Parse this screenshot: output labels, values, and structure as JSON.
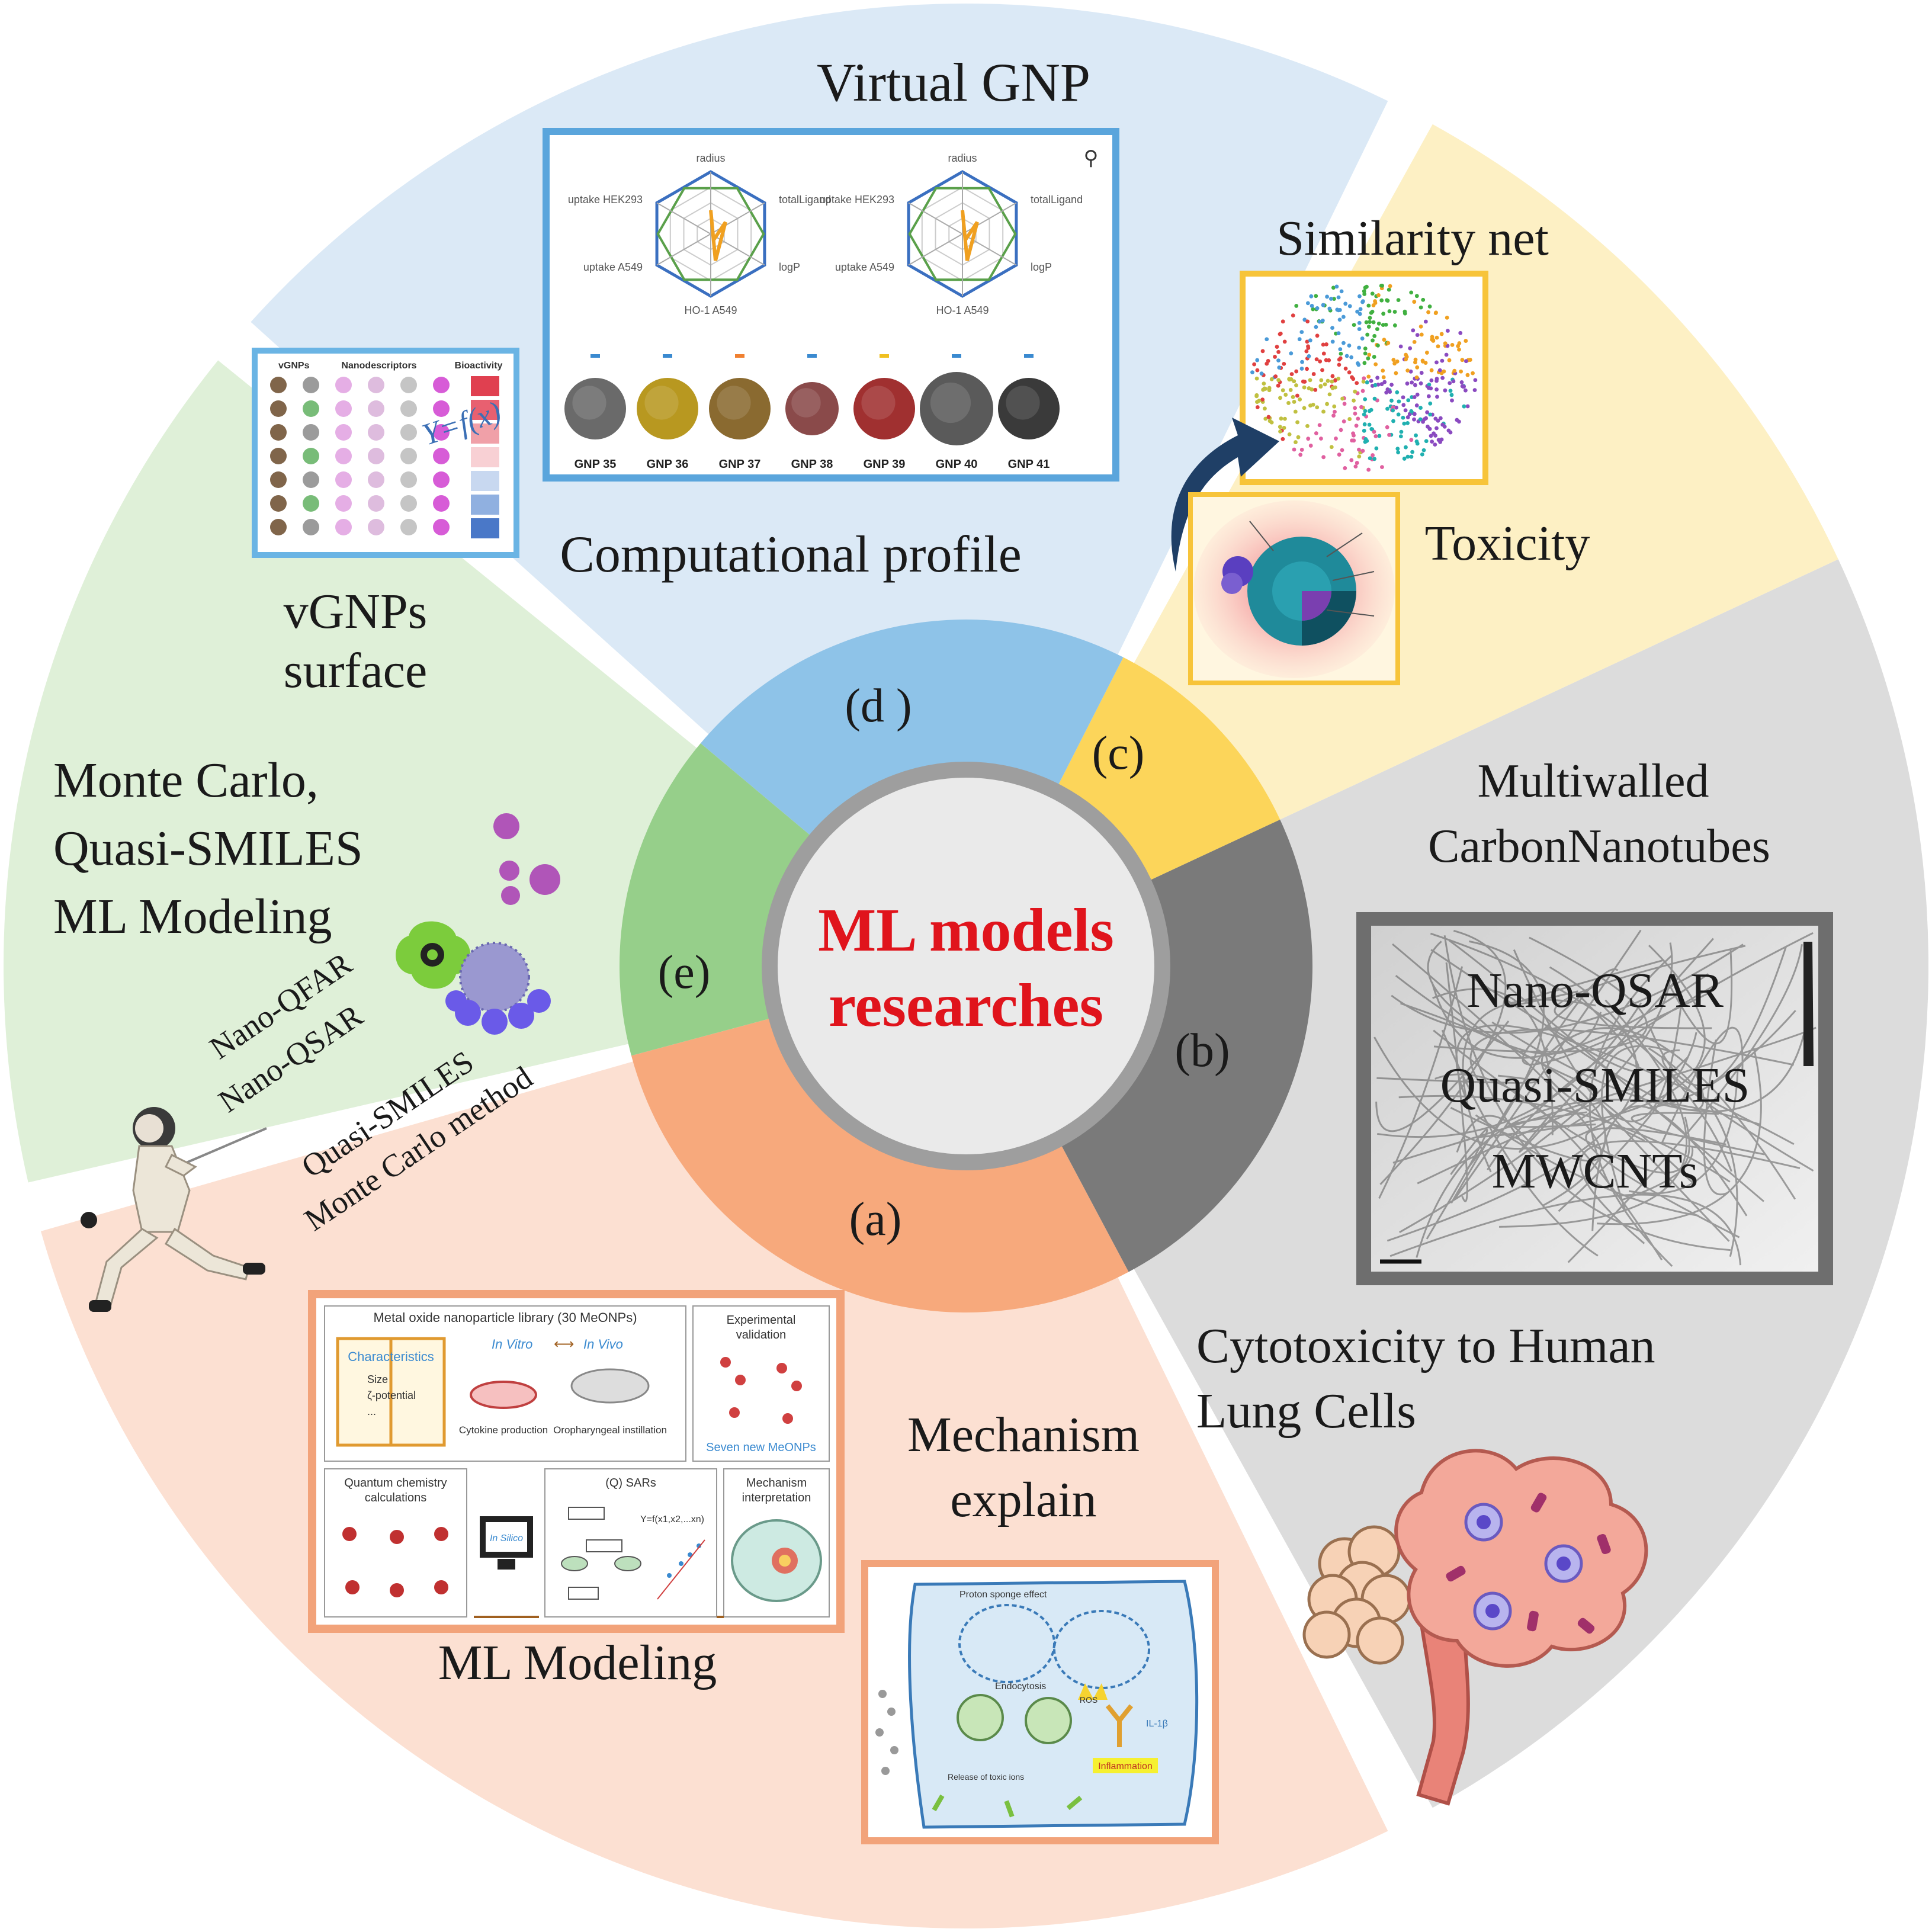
{
  "center": {
    "line1": "ML models",
    "line2": "researches"
  },
  "segments": {
    "a": {
      "tag": "(a)",
      "color": "#f7a97c",
      "bg": "#fce0d2",
      "texts": {
        "modeling": "ML Modeling",
        "mech1": "Mechanism",
        "mech2": "explain"
      },
      "library": {
        "title": "Metal oxide nanoparticle library (30 MeONPs)",
        "characteristics": "Characteristics",
        "items": [
          "Size",
          "ζ-potential",
          "..."
        ],
        "invitro": "In Vitro",
        "invivo": "In Vivo",
        "cyto": "Cytokine production",
        "oro": "Oropharyngeal instillation",
        "exp1": "Experimental",
        "exp2": "validation",
        "seven": "Seven new MeONPs",
        "qc1": "Quantum chemistry",
        "qc2": "calculations",
        "insilico": "In Silico",
        "qsar": "(Q) SARs",
        "formula": "Y=f(x1,x2,...xn)",
        "mech1": "Mechanism",
        "mech2": "interpretation"
      },
      "panel": {
        "sponge": "Proton sponge effect",
        "endo": "Endocytosis",
        "release": "Release of toxic ions",
        "inflam": "Inflammation",
        "ros": "ROS",
        "il": "IL-1β"
      }
    },
    "b": {
      "tag": "(b)",
      "color": "#7a7a7a",
      "bg": "#dcdcdc",
      "texts": {
        "mw1": "Multiwalled",
        "mw2": "CarbonNanotubes",
        "q1": "Nano-QSAR",
        "q2": "Quasi-SMILES",
        "q3": "MWCNTs",
        "cy1": "Cytotoxicity to Human",
        "cy2": "Lung Cells"
      }
    },
    "c": {
      "tag": "(c)",
      "color": "#fcd55a",
      "bg": "#fdf0c4",
      "texts": {
        "sim": "Similarity net",
        "tox": "Toxicity"
      }
    },
    "d": {
      "tag": "(d )",
      "color": "#8ec3e8",
      "bg": "#dbe9f6",
      "texts": {
        "virtual": "Virtual GNP",
        "comp": "Computational profile",
        "vg1": "vGNPs",
        "vg2": "surface"
      },
      "radar": {
        "axes": [
          "radius",
          "totalLigand",
          "logP",
          "HO-1 A549",
          "uptake A549",
          "uptake HEK293"
        ]
      },
      "gnps": [
        "GNP 35",
        "GNP 36",
        "GNP 37",
        "GNP 38",
        "GNP 39",
        "GNP 40",
        "GNP 41"
      ],
      "table": {
        "h1": "vGNPs",
        "h2": "Nanodescriptors",
        "h3": "Bioactivity",
        "formula": "Y=f(x)"
      }
    },
    "e": {
      "tag": "(e)",
      "color": "#96cf8a",
      "bg": "#dff0d8",
      "texts": {
        "mc1": "Monte Carlo,",
        "mc2": "Quasi-SMILES",
        "mc3": "ML Modeling",
        "n1": "Nano-QFAR",
        "n2": "Nano-QSAR",
        "n3": "Quasi-SMILES",
        "n4": "Monte Carlo method"
      }
    }
  }
}
